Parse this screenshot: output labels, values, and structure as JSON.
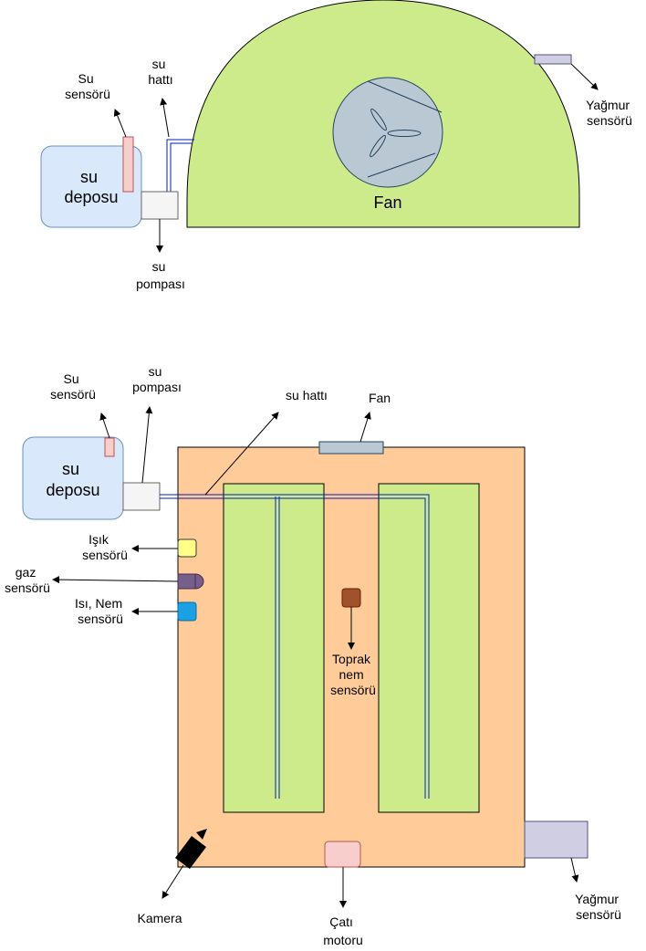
{
  "side_view": {
    "tank_label_line1": "su",
    "tank_label_line2": "deposu",
    "water_sensor_line1": "Su",
    "water_sensor_line2": "sensörü",
    "water_line_line1": "su",
    "water_line_line2": "hattı",
    "pump_line1": "su",
    "pump_line2": "pompası",
    "fan_label": "Fan",
    "rain_sensor_line1": "Yağmur",
    "rain_sensor_line2": "sensörü"
  },
  "top_view": {
    "water_sensor_line1": "Su",
    "water_sensor_line2": "sensörü",
    "pump_line1": "su",
    "pump_line2": "pompası",
    "water_line_label": "su hattı",
    "fan_label": "Fan",
    "tank_label_line1": "su",
    "tank_label_line2": "deposu",
    "light_sensor_line1": "Işık",
    "light_sensor_line2": "sensörü",
    "gas_sensor_line1": "gaz",
    "gas_sensor_line2": "sensörü",
    "temp_humidity_line1": "Isı, Nem",
    "temp_humidity_line2": "sensörü",
    "soil_sensor_line1": "Toprak",
    "soil_sensor_line2": "nem",
    "soil_sensor_line3": "sensörü",
    "camera_label": "Kamera",
    "roof_motor_line1": "Çatı",
    "roof_motor_line2": "motoru",
    "rain_sensor_line1": "Yağmur",
    "rain_sensor_line2": "sensörü"
  },
  "colors": {
    "greenhouse_fill": "#cdeb8b",
    "tank_fill": "#dae8fc",
    "tank_stroke": "#6c8ebf",
    "sensor_red_fill": "#f8cecc",
    "sensor_red_stroke": "#b85450",
    "pump_fill": "#f5f5f5",
    "rain_sensor_fill": "#d0cee2",
    "fan_circle_fill": "#bac8d3",
    "field_fill": "#ffcc99",
    "light_sensor_fill": "#ffff88",
    "gas_sensor_fill": "#76608a",
    "temp_sensor_fill": "#1ba1e2",
    "soil_sensor_fill": "#a0522d",
    "water_pipe": "#001dbc"
  }
}
